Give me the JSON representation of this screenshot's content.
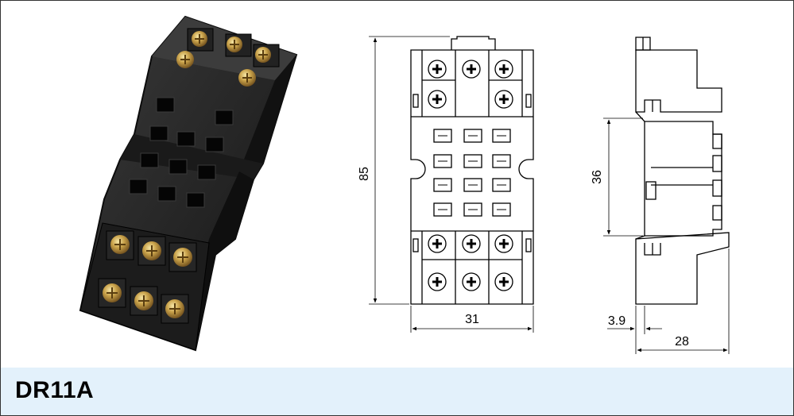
{
  "product": {
    "model": "DR11A"
  },
  "dimensions": {
    "height": "85",
    "width": "31",
    "pin_spacing": "36",
    "offset": "3.9",
    "depth": "28"
  },
  "colors": {
    "footer_bg": "#e3f1fb",
    "line": "#000000",
    "body": "#2a2a2a"
  },
  "icons": {
    "screw": "phillips-screw-icon"
  }
}
